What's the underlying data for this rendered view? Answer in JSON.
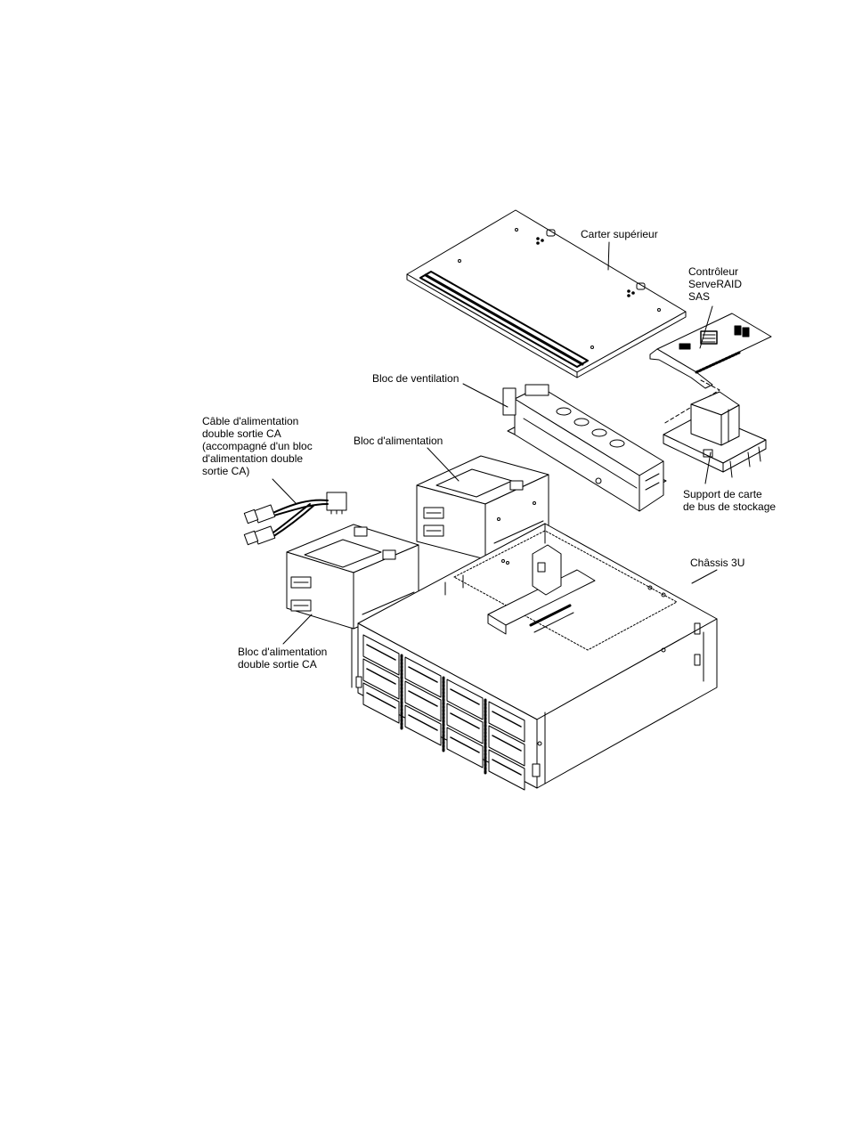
{
  "labels": {
    "top_cover": "Carter supérieur",
    "raid_controller": "Contrôleur\nServeRAID\nSAS",
    "fan_bracket": "Bloc de ventilation",
    "power_supply": "Bloc d'alimentation",
    "dual_cable": "Câble d'alimentation\ndouble sortie CA\n(accompagné d'un bloc\nd'alimentation double\nsortie CA)",
    "storage_bracket": "Support de carte\nde bus de stockage",
    "chassis": "Châssis 3U",
    "dual_power_supply": "Bloc d'alimentation\ndouble sortie CA"
  },
  "colors": {
    "line": "#000000",
    "background": "#ffffff",
    "panel_fill": "#ffffff"
  }
}
